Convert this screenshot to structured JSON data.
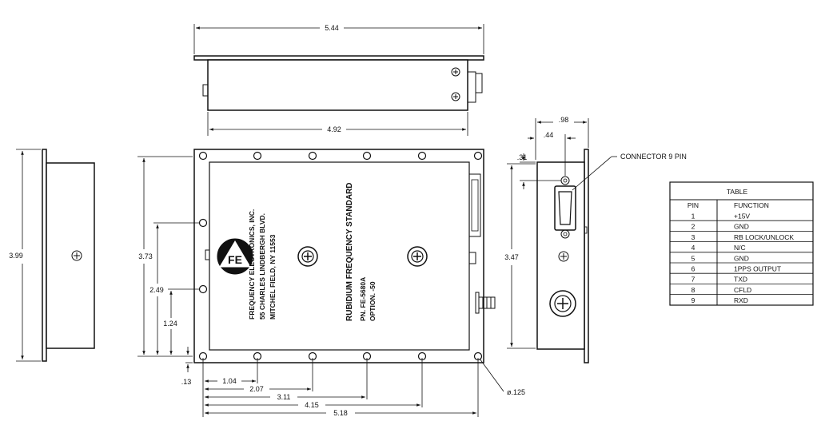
{
  "dimensions": {
    "top_width": "5.44",
    "top_body": "4.92",
    "front_height": "3.73",
    "front_2_49": "2.49",
    "front_1_24": "1.24",
    "front_0_13": ".13",
    "bottom_1_04": "1.04",
    "bottom_2_07": "2.07",
    "bottom_3_11": "3.11",
    "bottom_4_15": "4.15",
    "bottom_5_18": "5.18",
    "left_height": "3.99",
    "hole_dia": "ø.125",
    "right_98": ".98",
    "right_44": ".44",
    "right_31": ".31",
    "right_height": "3.47"
  },
  "connector_label": "CONNECTOR 9 PIN",
  "label_company": {
    "line1": "FREQUENCY ELECTRONICS, INC.",
    "line2": "55 CHARLES LINDBERGH BLVD.",
    "line3": "MITCHEL FIELD, NY 11553"
  },
  "label_product": {
    "line1": "RUBIDIUM FREQUENCY STANDARD",
    "line2": "PN. FE-5680A",
    "line3": "OPTION. -50"
  },
  "logo_letters": "FE",
  "pin_table": {
    "title": "TABLE",
    "headers": [
      "PIN",
      "FUNCTION"
    ],
    "rows": [
      [
        "1",
        "+15V"
      ],
      [
        "2",
        "GND"
      ],
      [
        "3",
        "RB LOCK/UNLOCK"
      ],
      [
        "4",
        "N/C"
      ],
      [
        "5",
        "GND"
      ],
      [
        "6",
        "1PPS OUTPUT"
      ],
      [
        "7",
        "TXD"
      ],
      [
        "8",
        "CFLD"
      ],
      [
        "9",
        "RXD"
      ]
    ]
  }
}
